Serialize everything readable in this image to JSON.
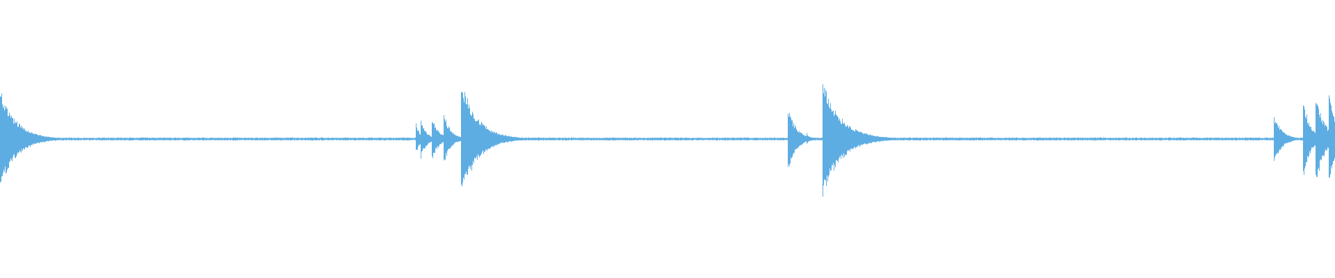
{
  "waveform": {
    "color": "#5dade2",
    "background": "#ffffff",
    "duration": 1.0,
    "amplitude_range": [
      -1,
      1
    ],
    "baseline_noise": 0.012,
    "transients": [
      {
        "time": 0.0,
        "peak": 0.36,
        "decay": 0.012
      },
      {
        "time": 0.311,
        "peak": 0.13,
        "decay": 0.003
      },
      {
        "time": 0.315,
        "peak": 0.15,
        "decay": 0.004
      },
      {
        "time": 0.323,
        "peak": 0.17,
        "decay": 0.005
      },
      {
        "time": 0.332,
        "peak": 0.2,
        "decay": 0.005
      },
      {
        "time": 0.345,
        "peak": 0.45,
        "decay": 0.012
      },
      {
        "time": 0.59,
        "peak": 0.24,
        "decay": 0.006
      },
      {
        "time": 0.604,
        "peak": 0.05,
        "decay": 0.002
      },
      {
        "time": 0.616,
        "peak": 0.42,
        "decay": 0.014
      },
      {
        "time": 0.954,
        "peak": 0.18,
        "decay": 0.006
      },
      {
        "time": 0.976,
        "peak": 0.3,
        "decay": 0.005
      },
      {
        "time": 0.985,
        "peak": 0.38,
        "decay": 0.006
      },
      {
        "time": 0.995,
        "peak": 0.34,
        "decay": 0.006
      }
    ]
  }
}
